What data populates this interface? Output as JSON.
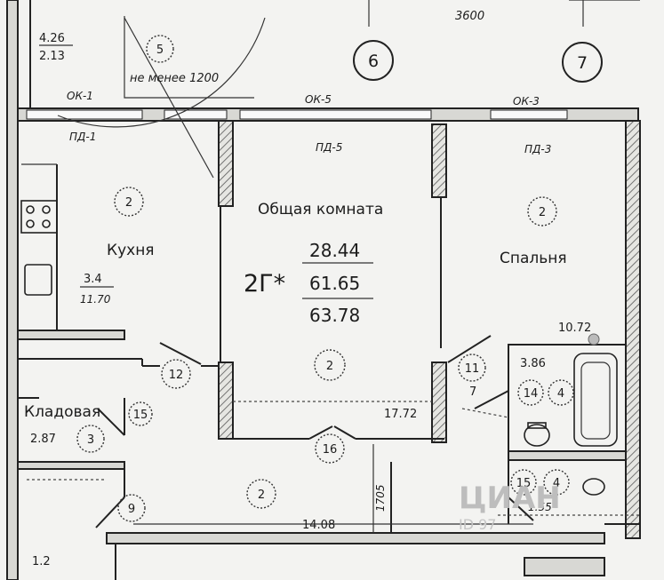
{
  "dimension_top": "3600",
  "axes": [
    "6",
    "7"
  ],
  "top_left": {
    "area_a": "4.26",
    "area_b": "2.13",
    "tag": "5",
    "note": "не менее 1200"
  },
  "openings": {
    "ok1": "ОК-1",
    "pd1": "ПД-1",
    "ok5": "ОК-5",
    "pd5": "ПД-5",
    "ok3": "ОК-3",
    "pd3": "ПД-3"
  },
  "kitchen": {
    "name": "Кухня",
    "tag": "2",
    "area_a": "3.4",
    "area_b": "11.70"
  },
  "living": {
    "name": "Общая комната",
    "tag": "2",
    "area": "17.72"
  },
  "bedroom": {
    "name": "Спальня",
    "tag": "2",
    "area": "10.72"
  },
  "apartment": {
    "code": "2Г*",
    "living_area": "28.44",
    "total_area": "61.65",
    "total_with_balcony": "63.78"
  },
  "storage": {
    "name": "Кладовая",
    "area": "2.87",
    "tag": "3"
  },
  "bathroom": {
    "area": "3.86",
    "tag_a": "14",
    "tag_b": "4"
  },
  "wc": {
    "area": "1.55",
    "tag_a": "15",
    "tag_b": "4"
  },
  "doors": {
    "d12": "12",
    "d11": "11",
    "d15": "15",
    "d16": "16",
    "d9": "9",
    "d7": "7"
  },
  "hall": {
    "tag": "2",
    "area": "14.08",
    "dim": "1705"
  },
  "misc": {
    "corner": "1.2",
    "watermark": "ЦИАН",
    "watermark_id": "ID 97"
  }
}
